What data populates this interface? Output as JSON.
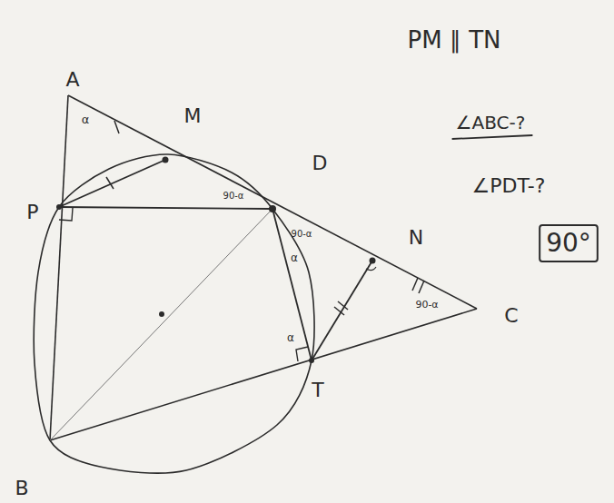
{
  "diagram": {
    "labels": [
      "A",
      "P",
      "M",
      "D",
      "N",
      "C",
      "T",
      "B",
      "PM ∥ TN",
      "∠ABC-?",
      "∠PDT-?",
      "90°",
      "α",
      "90-α",
      "90-α",
      "α",
      "90-α",
      "α"
    ]
  }
}
